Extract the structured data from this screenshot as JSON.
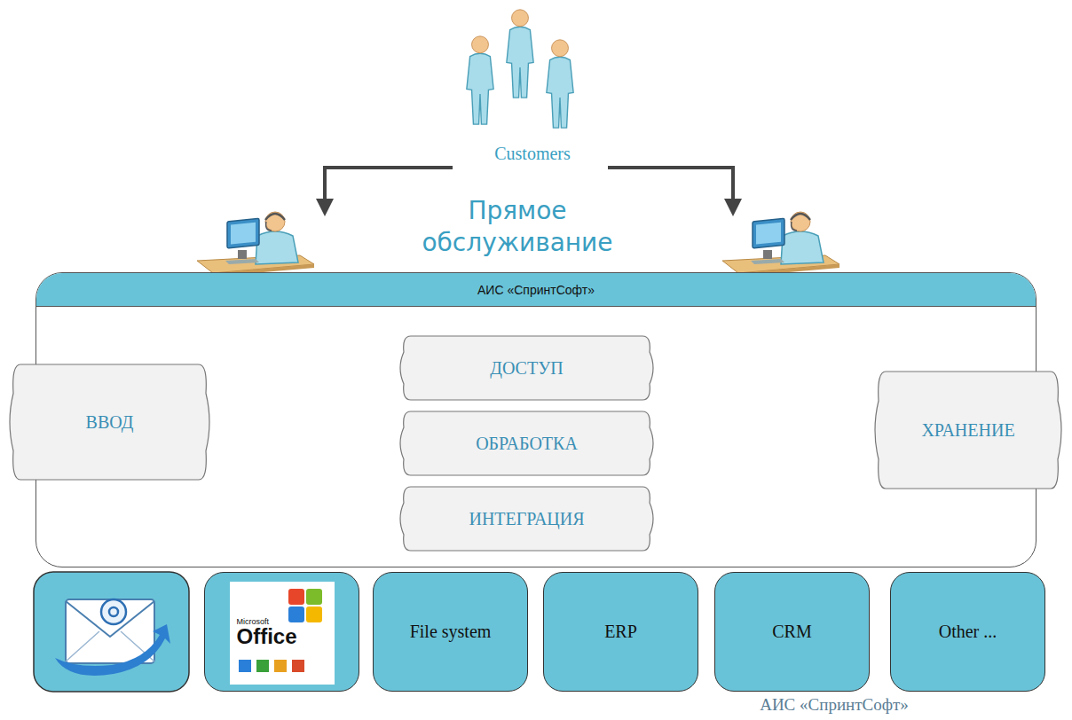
{
  "diagram": {
    "nodes": [
      {
        "text": [
          "АИС «СпринтСофт»"
        ]
      },
      {
        "text": [
          "ВВОД"
        ],
        "in": 0
      },
      {
        "text": [
          "ДОСТУП"
        ],
        "in": 0
      },
      {
        "text": [
          "ОБРАБОТКА"
        ],
        "in": 0
      },
      {
        "text": [
          "ИНТЕГРАЦИЯ"
        ],
        "in": 0
      },
      {
        "text": [
          "ХРАНЕНИЕ"
        ],
        "in": 0
      },
      {
        "text": [
          "Microsoft",
          "Office"
        ]
      },
      {
        "text": [
          "File system"
        ]
      },
      {
        "text": [
          "ERP"
        ]
      },
      {
        "text": [
          "CRM"
        ]
      },
      {
        "text": [
          "Other ..."
        ]
      }
    ],
    "labels": [
      "Customers",
      "Прямое обслуживание",
      "АИС «СпринтСофт»"
    ]
  }
}
